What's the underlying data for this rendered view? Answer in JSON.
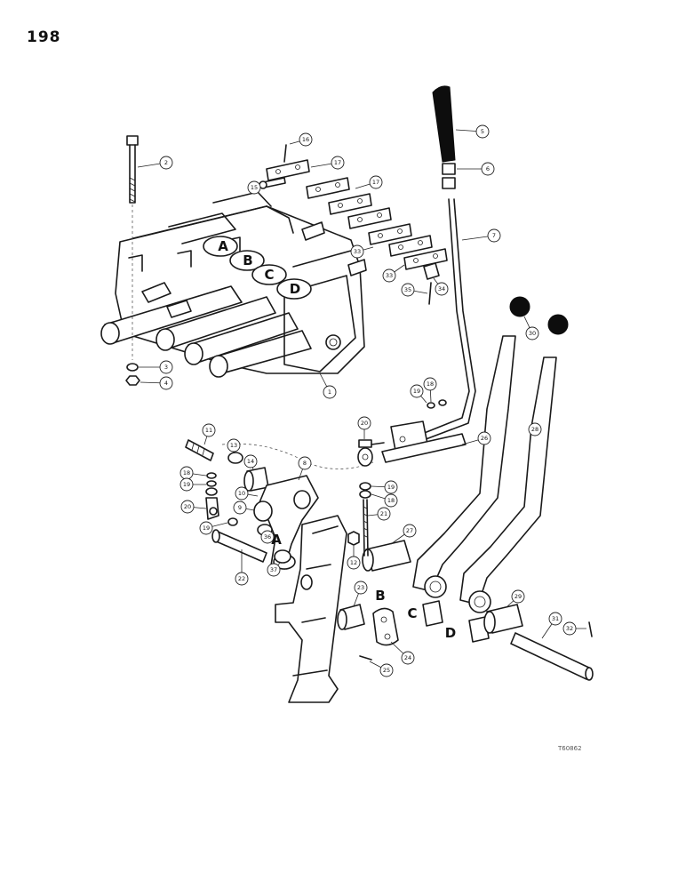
{
  "page_number": "198",
  "reference_code": "T60862",
  "section_letters": [
    "A",
    "B",
    "C",
    "D"
  ],
  "callouts": [
    "1",
    "2",
    "3",
    "4",
    "5",
    "6",
    "7",
    "8",
    "9",
    "10",
    "11",
    "12",
    "13",
    "14",
    "15",
    "16",
    "17",
    "18",
    "19",
    "20",
    "21",
    "22",
    "23",
    "24",
    "25",
    "26",
    "27",
    "28",
    "29",
    "30",
    "31",
    "32",
    "33",
    "34",
    "35",
    "36",
    "37"
  ]
}
